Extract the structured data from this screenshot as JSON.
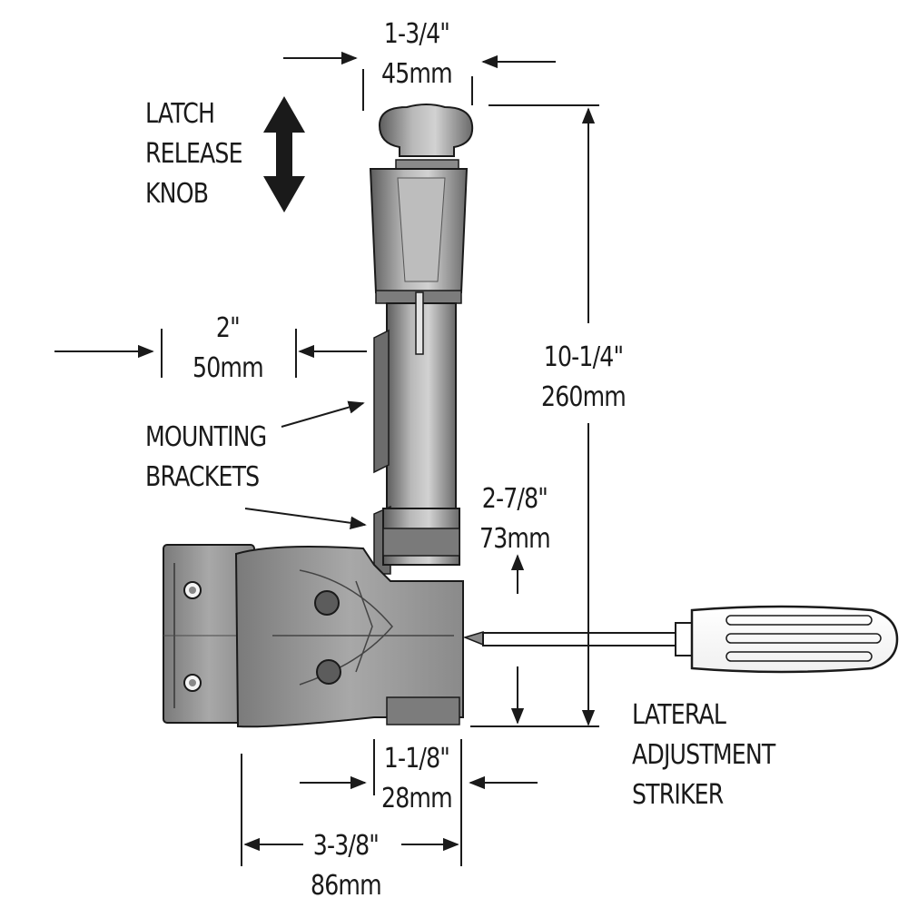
{
  "labels": {
    "latch_release_knob": [
      "LATCH",
      "RELEASE",
      "KNOB"
    ],
    "mounting_brackets": [
      "MOUNTING",
      "BRACKETS"
    ],
    "lateral_adjustment_striker": [
      "LATERAL",
      "ADJUSTMENT",
      "STRIKER"
    ]
  },
  "dimensions": {
    "knob_width": {
      "imperial": "1-3/4\"",
      "metric": "45mm"
    },
    "bracket_width": {
      "imperial": "2\"",
      "metric": "50mm"
    },
    "overall_height": {
      "imperial": "10-1/4\"",
      "metric": "260mm"
    },
    "striker_height": {
      "imperial": "2-7/8\"",
      "metric": "73mm"
    },
    "base_width": {
      "imperial": "1-1/8\"",
      "metric": "28mm"
    },
    "overall_width": {
      "imperial": "3-3/8\"",
      "metric": "86mm"
    }
  },
  "colors": {
    "ink": "#1a1a1a",
    "metal_dark": "#6e6e6e",
    "metal_mid": "#9a9a9a",
    "metal_light": "#c9c9c9"
  }
}
